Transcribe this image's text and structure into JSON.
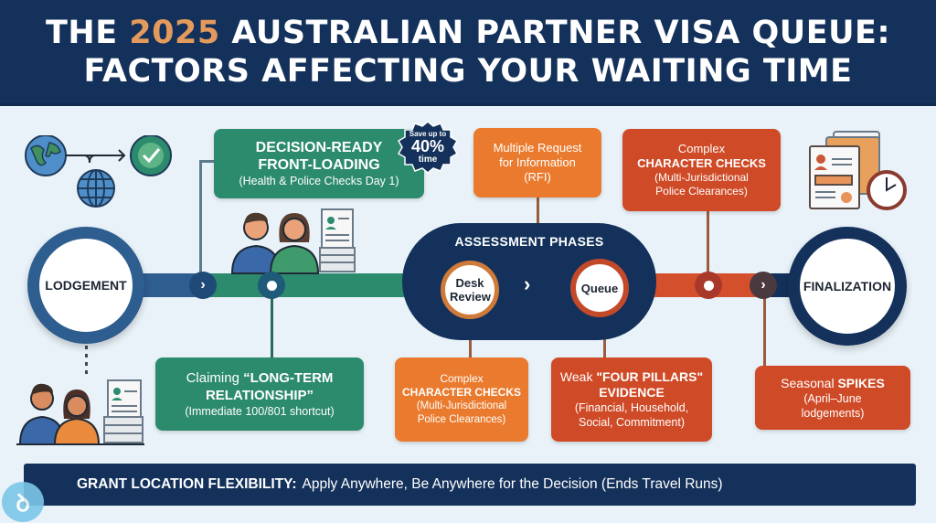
{
  "header": {
    "title_line1_prefix": "THE ",
    "title_year": "2025",
    "title_line1_suffix": " AUSTRALIAN PARTNER VISA QUEUE:",
    "title_line2": "FACTORS AFFECTING YOUR WAITING TIME"
  },
  "colors": {
    "navy": "#13315a",
    "blue": "#2e5d8f",
    "green": "#2c8a6d",
    "orange": "#ea7b2e",
    "red": "#cf4a26",
    "accent_year": "#e59a5d",
    "background": "#e9f2f9"
  },
  "timeline": {
    "start_label": "LODGEMENT",
    "end_label": "FINALIZATION",
    "assessment": {
      "title": "ASSESSMENT PHASES",
      "phases": [
        "Desk Review",
        "Queue"
      ]
    },
    "arrow_glyph": "›"
  },
  "factors_top": [
    {
      "color": "green",
      "line1": "DECISION-READY",
      "line2": "FRONT-LOADING",
      "line3": "(Health & Police Checks Day 1)",
      "badge": {
        "line1": "Save up to",
        "line2": "40%",
        "line3": "time"
      }
    },
    {
      "color": "orange",
      "line1": "Multiple Request",
      "line2": "for Information",
      "line3": "(RFI)"
    },
    {
      "color": "red",
      "line1": "Complex",
      "line2": "CHARACTER CHECKS",
      "line3": "(Multi-Jurisdictional",
      "line4": "Police Clearances)"
    }
  ],
  "factors_bottom": [
    {
      "color": "green",
      "line1_prefix": "Claiming ",
      "line1_bold": "“LONG-TERM",
      "line2_bold": "RELATIONSHIP”",
      "line3": "(Immediate 100/801 shortcut)"
    },
    {
      "color": "orange",
      "line1": "Complex",
      "line2": "CHARACTER CHECKS",
      "line3": "(Multi-Jurisdictional",
      "line4": "Police Clearances)"
    },
    {
      "color": "red",
      "line1_prefix": "Weak ",
      "line1_bold": "\"FOUR PILLARS\"",
      "line2_bold": "EVIDENCE",
      "line3": "(Financial, Household,",
      "line4": "Social, Commitment)"
    },
    {
      "color": "red",
      "line1_prefix": "Seasonal ",
      "line1_bold": "SPIKES",
      "line2": "(April–June",
      "line3": "lodgements)"
    }
  ],
  "icons": [
    "globe-icon",
    "globe-grid-icon",
    "checkmark-icon",
    "couple-icon",
    "documents-icon",
    "files-clock-icon"
  ],
  "footer": {
    "bold": "GRANT LOCATION FLEXIBILITY:",
    "text": "Apply Anywhere, Be Anywhere for the Decision (Ends Travel Runs)"
  },
  "watermark": {
    "glyph": "ꝺ"
  }
}
